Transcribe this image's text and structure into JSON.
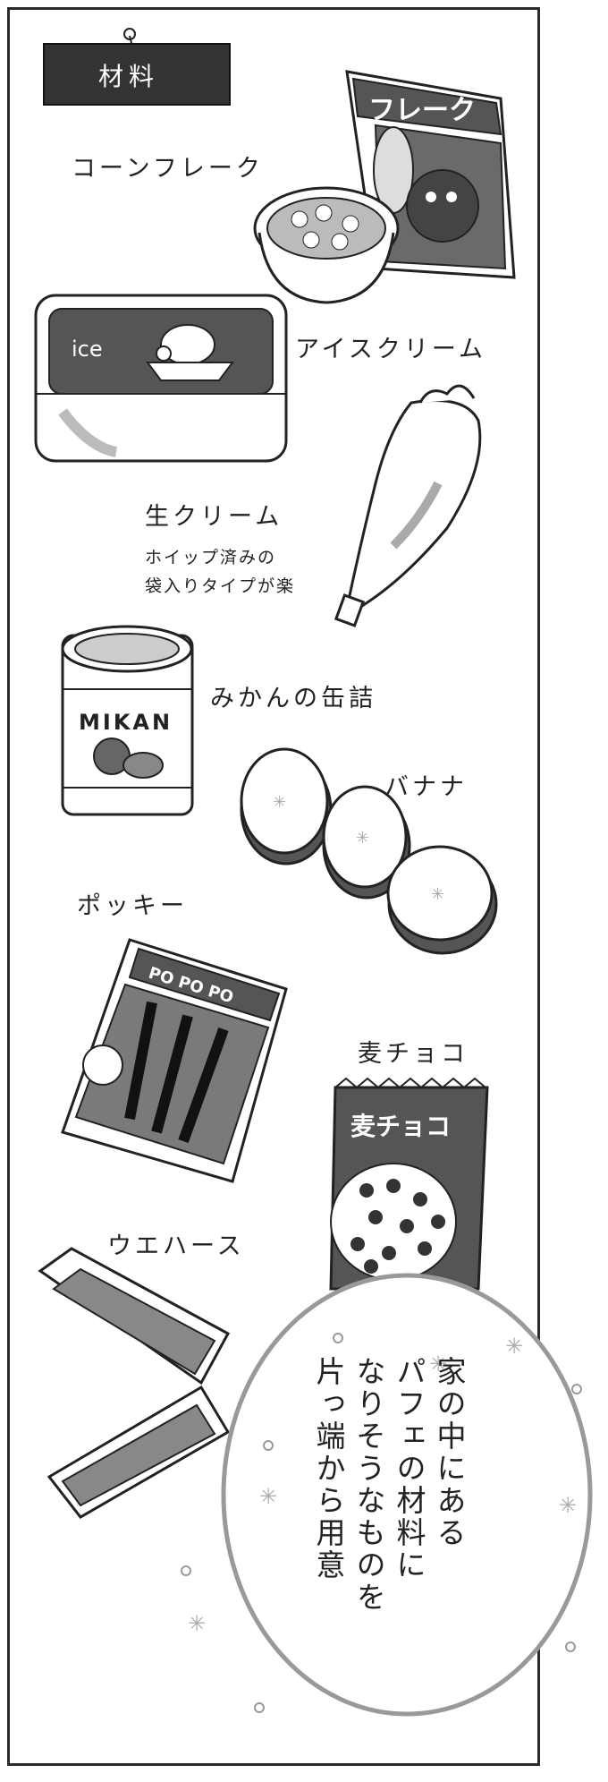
{
  "section_tag": "材料",
  "items": {
    "cornflakes": "コーンフレーク",
    "cornflakes_box": "フレーク",
    "icecream": "アイスクリーム",
    "icecream_tub": "ice",
    "cream": "生クリーム",
    "cream_note_1": "ホイップ済みの",
    "cream_note_2": "袋入りタイプが楽",
    "mikan": "みかんの缶詰",
    "mikan_can": "MIKAN",
    "banana": "バナナ",
    "pocky": "ポッキー",
    "pocky_box": "PO PO PO",
    "mugichoco": "麦チョコ",
    "mugichoco_bag": "麦チョコ",
    "wafer": "ウエハース"
  },
  "note": {
    "line1": "家の中にある",
    "line2": "パフェの材料に",
    "line3": "なりそうなものを",
    "line4": "片っ端から用意"
  },
  "colors": {
    "ink": "#222222",
    "gray": "#9a9a9a",
    "dark": "#3a3a3a"
  }
}
